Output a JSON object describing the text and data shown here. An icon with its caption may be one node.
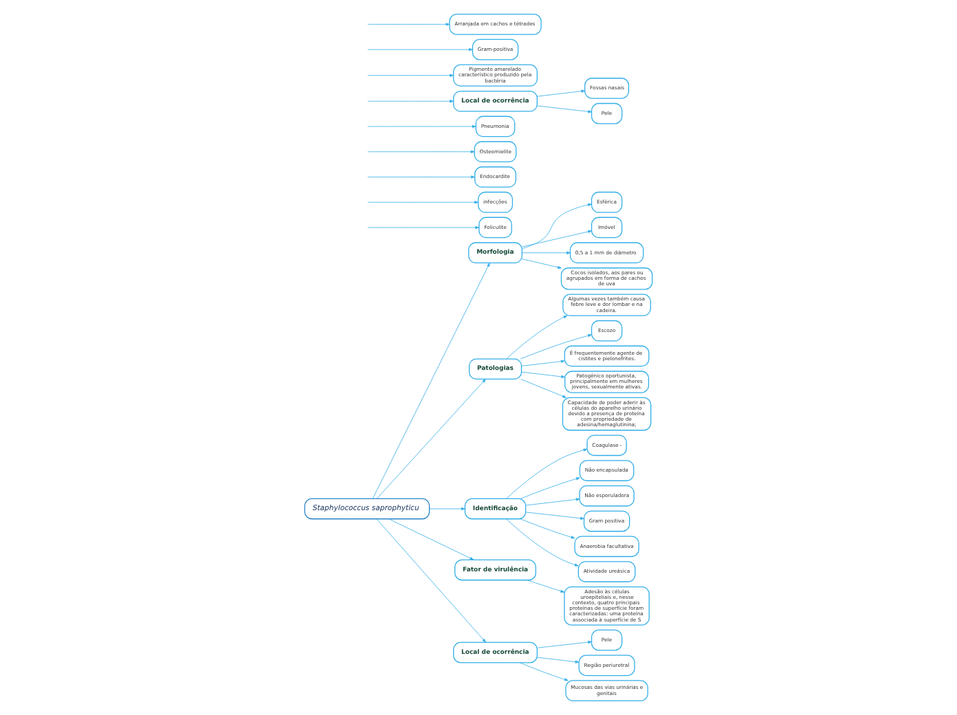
{
  "diagram": {
    "nodes": [
      {
        "text": [
          "Staphylococcus saprophyticu"
        ]
      },
      {
        "text": [
          "Morfologia"
        ]
      },
      {
        "text": [
          "Esférica"
        ]
      },
      {
        "text": [
          "Imóvel"
        ]
      },
      {
        "text": [
          "0,5 a 1 mm de diâmetro"
        ]
      },
      {
        "text": [
          "Cocos isolados, aos pares ou agrupados em forma de cachos de uva"
        ]
      },
      {
        "text": [
          "Patologias"
        ]
      },
      {
        "text": [
          "Algumas vezes também causa febre leve e dor lombar e na cadeira."
        ]
      },
      {
        "text": [
          "Escozo"
        ]
      },
      {
        "text": [
          "É frequentemente agente de cistites e pielonefrites."
        ]
      },
      {
        "text": [
          "Patogênico oportunista, principalmente em mulheres jovens, sexualmente ativas."
        ]
      },
      {
        "text": [
          "Capacidade de poder aderir às células do aparelho urinário devido a presença de proteína com propriedade de adesina/hemaglutinina;"
        ]
      },
      {
        "text": [
          "Identificação"
        ]
      },
      {
        "text": [
          "Coagulase -"
        ]
      },
      {
        "text": [
          "Não encapsulada"
        ]
      },
      {
        "text": [
          "Não esporuladora"
        ]
      },
      {
        "text": [
          "Gram positiva"
        ]
      },
      {
        "text": [
          "Anaerobia facultativa"
        ]
      },
      {
        "text": [
          "Atividade ureásica"
        ]
      },
      {
        "text": [
          "Fator de virulência"
        ]
      },
      {
        "text": [
          "Adesão às células uroepiteliais e, nesse contexto, quatro principais proteínas de superfície foram caracterizadas: uma proteína associada à superfície de S"
        ]
      },
      {
        "text": [
          "Local de ocorrência"
        ]
      },
      {
        "text": [
          "Pele"
        ]
      },
      {
        "text": [
          "Região periuretral"
        ]
      },
      {
        "text": [
          "Mucosas das vias urinárias e genitais"
        ]
      },
      {
        "text": [
          "Foliculite"
        ]
      },
      {
        "text": [
          "infecções"
        ]
      },
      {
        "text": [
          "Endocardite"
        ]
      },
      {
        "text": [
          "Osteomielite"
        ]
      },
      {
        "text": [
          "Pneumonia"
        ]
      },
      {
        "text": [
          "Local de ocorrência"
        ]
      },
      {
        "text": [
          "Fossas nasais"
        ]
      },
      {
        "text": [
          "Pele"
        ]
      },
      {
        "text": [
          "Pigmento amarelado característico produzido pela bactéria"
        ]
      },
      {
        "text": [
          "Gram-positiva"
        ]
      },
      {
        "text": [
          "Arranjada em cachos e tétrades"
        ]
      }
    ],
    "edges": [
      {
        "from": 0,
        "to": 1,
        "arrow": "to"
      },
      {
        "from": 1,
        "to": 2,
        "arrow": "to"
      },
      {
        "from": 1,
        "to": 3,
        "arrow": "to"
      },
      {
        "from": 1,
        "to": 4,
        "arrow": "to"
      },
      {
        "from": 1,
        "to": 5,
        "arrow": "to"
      },
      {
        "from": 0,
        "to": 6,
        "arrow": "to"
      },
      {
        "from": 6,
        "to": 7,
        "arrow": "to"
      },
      {
        "from": 6,
        "to": 8,
        "arrow": "to"
      },
      {
        "from": 6,
        "to": 9,
        "arrow": "to"
      },
      {
        "from": 6,
        "to": 10,
        "arrow": "to"
      },
      {
        "from": 6,
        "to": 11,
        "arrow": "to"
      },
      {
        "from": 0,
        "to": 12,
        "arrow": "to"
      },
      {
        "from": 12,
        "to": 13,
        "arrow": "to"
      },
      {
        "from": 12,
        "to": 14,
        "arrow": "to"
      },
      {
        "from": 12,
        "to": 15,
        "arrow": "to"
      },
      {
        "from": 12,
        "to": 16,
        "arrow": "to"
      },
      {
        "from": 12,
        "to": 17,
        "arrow": "to"
      },
      {
        "from": 12,
        "to": 18,
        "arrow": "to"
      },
      {
        "from": 0,
        "to": 19,
        "arrow": "to"
      },
      {
        "from": 19,
        "to": 20,
        "arrow": "to"
      },
      {
        "from": 0,
        "to": 21,
        "arrow": "to"
      },
      {
        "from": 21,
        "to": 22,
        "arrow": "to"
      },
      {
        "from": 21,
        "to": 23,
        "arrow": "to"
      },
      {
        "from": 21,
        "to": 24,
        "arrow": "to"
      },
      {
        "from": null,
        "to": 25,
        "arrow": "to"
      },
      {
        "from": null,
        "to": 26,
        "arrow": "to"
      },
      {
        "from": null,
        "to": 27,
        "arrow": "to"
      },
      {
        "from": null,
        "to": 28,
        "arrow": "to"
      },
      {
        "from": null,
        "to": 29,
        "arrow": "to"
      },
      {
        "from": null,
        "to": 30,
        "arrow": "to"
      },
      {
        "from": 30,
        "to": 31,
        "arrow": "to"
      },
      {
        "from": 30,
        "to": 32,
        "arrow": "to"
      },
      {
        "from": null,
        "to": 33,
        "arrow": "to"
      },
      {
        "from": null,
        "to": 34,
        "arrow": "to"
      },
      {
        "from": null,
        "to": 35,
        "arrow": "to"
      }
    ]
  }
}
